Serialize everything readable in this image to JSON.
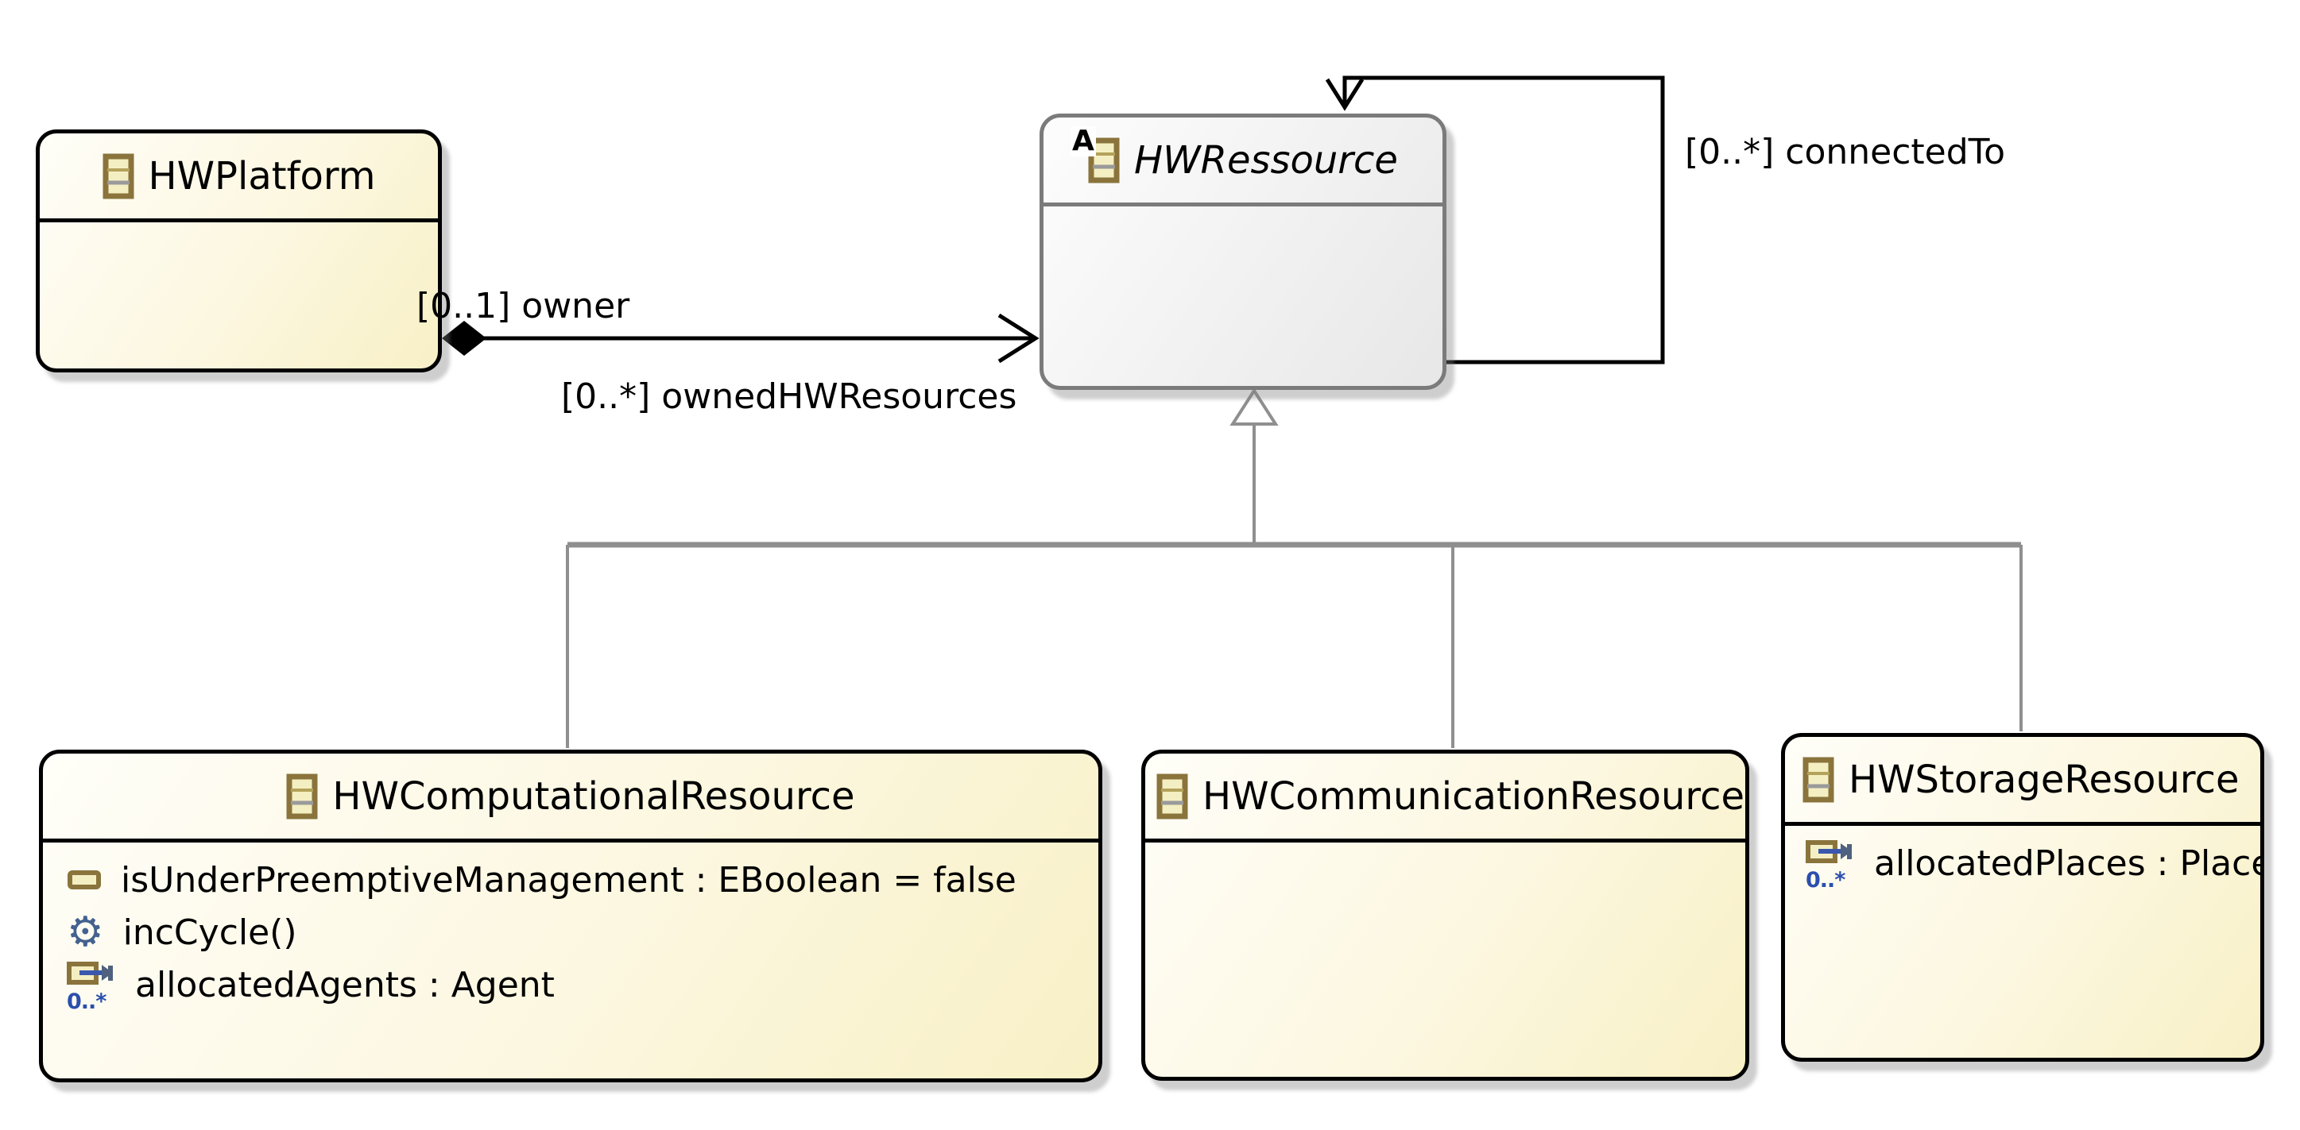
{
  "classes": {
    "platform": {
      "name": "HWPlatform"
    },
    "resource": {
      "name": "HWRessource",
      "abstract": true,
      "abstract_badge": "A"
    },
    "computational": {
      "name": "HWComputationalResource",
      "attribute": "isUnderPreemptiveManagement : EBoolean = false",
      "operation": "incCycle()",
      "reference": "allocatedAgents : Agent",
      "reference_multiplicity": "0..*"
    },
    "communication": {
      "name": "HWCommunicationResource"
    },
    "storage": {
      "name": "HWStorageResource",
      "reference": "allocatedPlaces : Place",
      "reference_multiplicity": "0..*"
    }
  },
  "edges": {
    "ownership": {
      "type": "composition",
      "source_label": "[0..1] owner",
      "target_label": "[0..*] ownedHWResources"
    },
    "connected_to": {
      "type": "self-association",
      "label": "[0..*] connectedTo"
    },
    "generalizations": [
      {
        "from": "HWComputationalResource",
        "to": "HWRessource"
      },
      {
        "from": "HWCommunicationResource",
        "to": "HWRessource"
      },
      {
        "from": "HWStorageResource",
        "to": "HWRessource"
      }
    ]
  },
  "icons": {
    "class_icon": "eclass-table-icon",
    "abstract_badge_icon": "abstract-a-badge",
    "attribute_icon": "eattribute-icon",
    "operation_icon": "gear-icon",
    "reference_icon": "ereference-arrow-icon",
    "composition_marker": "filled-diamond",
    "generalization_marker": "hollow-triangle",
    "gear_glyph": "⚙"
  },
  "colors": {
    "class_fill_light": "#FFFEF8",
    "class_fill_mid": "#FCF7E0",
    "class_fill_dark": "#F8F0C6",
    "abstract_fill_light": "#FDFDFD",
    "abstract_fill_dark": "#E7E7E7",
    "border_black": "#000000",
    "border_gray": "#7B7B7B",
    "line_gray": "#8F8F8F",
    "reference_blue": "#2B4FAD",
    "icon_tan": "#8A743C",
    "icon_cream": "#F4EFC2"
  }
}
